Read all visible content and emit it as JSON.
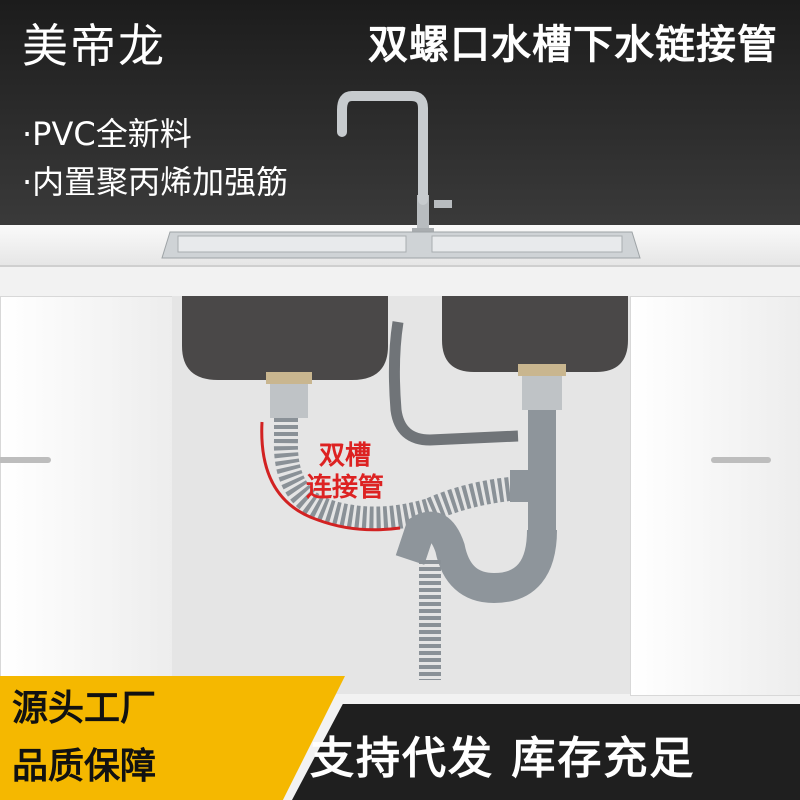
{
  "brand": "美帝龙",
  "headline": "双螺口水槽下水链接管",
  "features": [
    "·PVC全新料",
    "·内置聚丙烯加强筋"
  ],
  "pipe_label": [
    "双槽",
    "连接管"
  ],
  "promo_left": [
    "源头工厂",
    "品质保障"
  ],
  "promo_right": "支持代发  库存充足",
  "colors": {
    "accent_yellow": "#f5b800",
    "label_red": "#d22222",
    "pipe_gray": "#8a9197",
    "sink_steel": "#bfc3c6"
  }
}
